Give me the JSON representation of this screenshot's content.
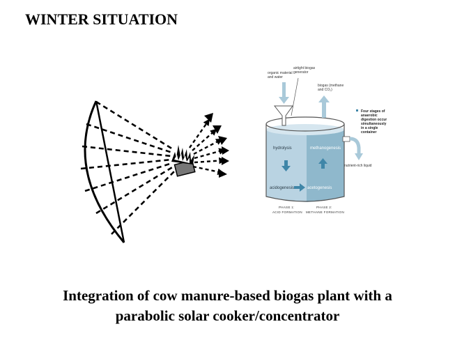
{
  "title": "WINTER SITUATION",
  "caption": {
    "line1": "Integration of cow manure-based biogas plant with a",
    "line2": "parabolic solar cooker/concentrator"
  },
  "digester": {
    "input_label": [
      "organic material",
      "and water"
    ],
    "generator_label": [
      "airtight biogas",
      "generator"
    ],
    "biogas_label": [
      "biogas (methane",
      "and CO₂)"
    ],
    "stages_note": [
      "Four stages of",
      "anaerobic",
      "digestion occur",
      "simultaneously",
      "in a single",
      "container"
    ],
    "outlet_label": "nutrient-rich liquid",
    "stage_hydrolysis": "hydrolysis",
    "stage_methanogenesis": "methanogenesis",
    "stage_acidogenesis": "acidogenesis",
    "stage_acetogenesis": "acetogenesis",
    "phase1": [
      "PHASE 1:",
      "ACID FORMATION"
    ],
    "phase2": [
      "PHASE 2:",
      "METHANE FORMATION"
    ]
  },
  "colors": {
    "liquid_left": "#b9d3e2",
    "liquid_right": "#8fb8cc",
    "arrow_blue": "#3f86a8",
    "arrow_light": "#a9c9d9",
    "ink": "#000000"
  },
  "icons": [
    "parabolic-dish-icon",
    "cooking-pot-icon",
    "flame-icon",
    "sun-ray-arrow-icon",
    "funnel-icon",
    "gas-outlet-arrow-icon"
  ]
}
